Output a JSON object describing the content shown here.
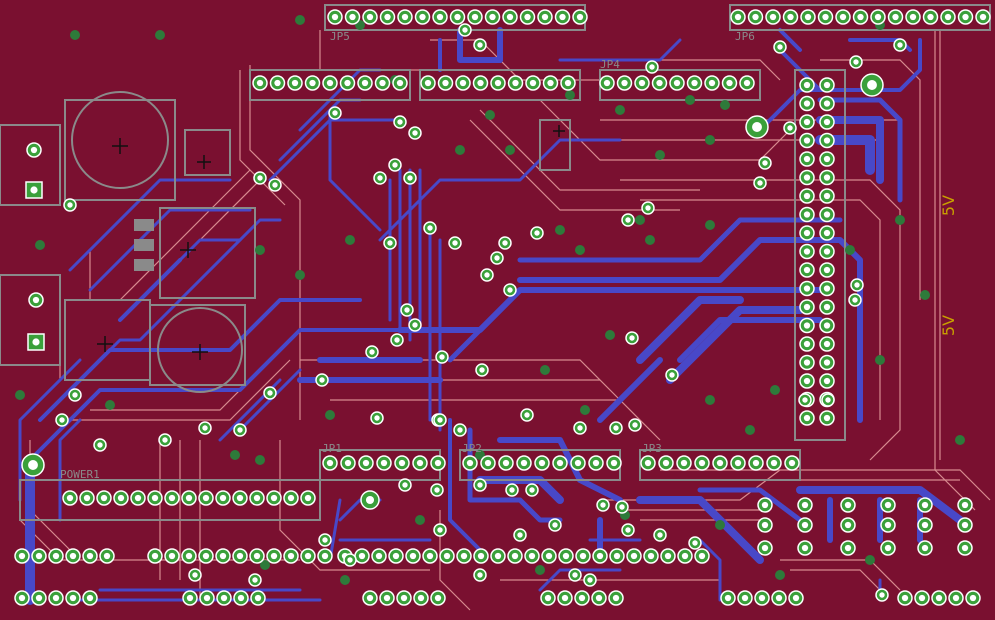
{
  "colors": {
    "board": "#7a1030",
    "top_copper": "#a01a3c",
    "bottom_copper": "#4848c8",
    "trace_outline": "#e8a0a0",
    "pad_ring": "#3aa03a",
    "drill": "#ffffff",
    "silkscreen": "#8a8a8a",
    "via_dot": "#2e7a3a",
    "label_5v": "#c8a000"
  },
  "labels": {
    "jp1": "JP1",
    "jp2": "JP2",
    "jp3": "JP3",
    "jp4": "JP4",
    "power1": "POWER1",
    "left_header": "JP5",
    "right_header": "JP6",
    "v5_top": "5V",
    "v5_bottom": "5V"
  },
  "icons": {
    "crosshair": "crosshair-icon",
    "square_pad": "square-pad-icon",
    "via": "via-icon"
  }
}
